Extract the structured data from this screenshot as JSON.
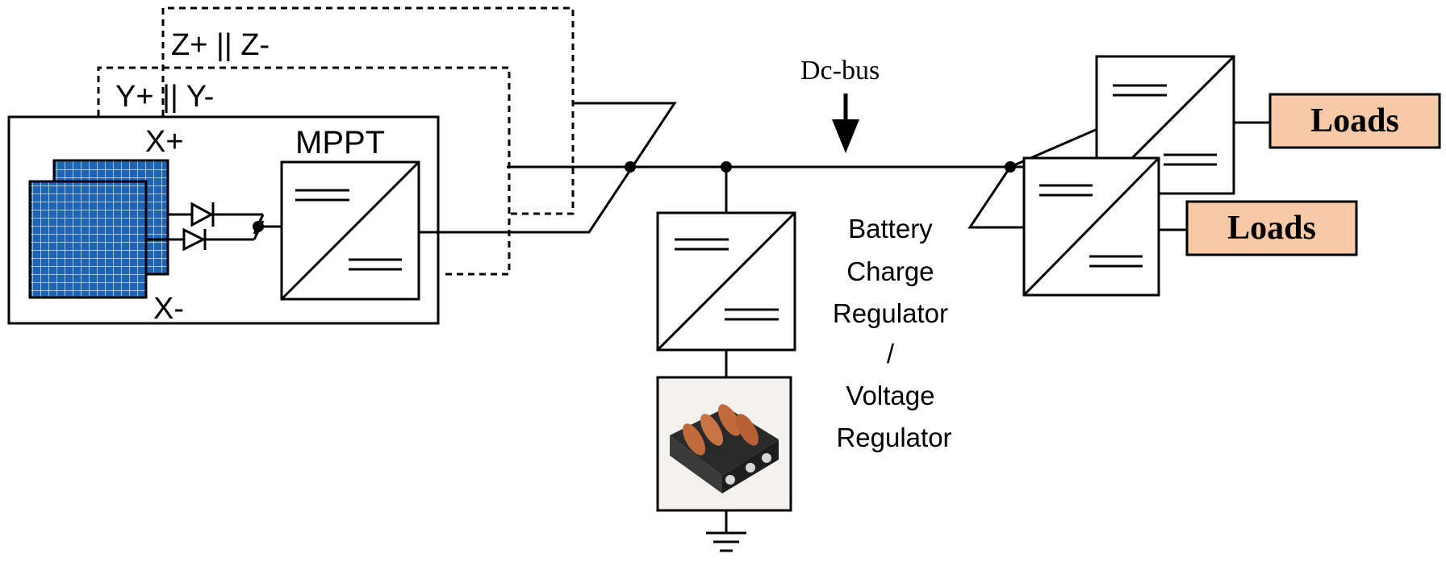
{
  "labels": {
    "z_face": "Z+ || Z-",
    "y_face": "Y+ || Y-",
    "x_plus": "X+",
    "x_minus": "X-",
    "mppt": "MPPT",
    "dc_bus": "Dc-bus",
    "regulator_lines": [
      "Battery",
      "Charge",
      "Regulator",
      "/",
      "Voltage",
      "Regulator"
    ],
    "loads_top": "Loads",
    "loads_bottom": "Loads"
  },
  "colors": {
    "line": "#000000",
    "solar_panel": "#1f63b4",
    "panel_grid": "#ffffff",
    "loads_fill": "#f7c9a6",
    "battery_copper": "#c26a3c",
    "battery_frame": "#2a2a2a"
  },
  "icons": {
    "solar": "solar-panel-icon",
    "diode": "diode-icon",
    "battery": "battery-pack-icon",
    "ground": "ground-icon",
    "arrow": "down-arrow-icon"
  }
}
